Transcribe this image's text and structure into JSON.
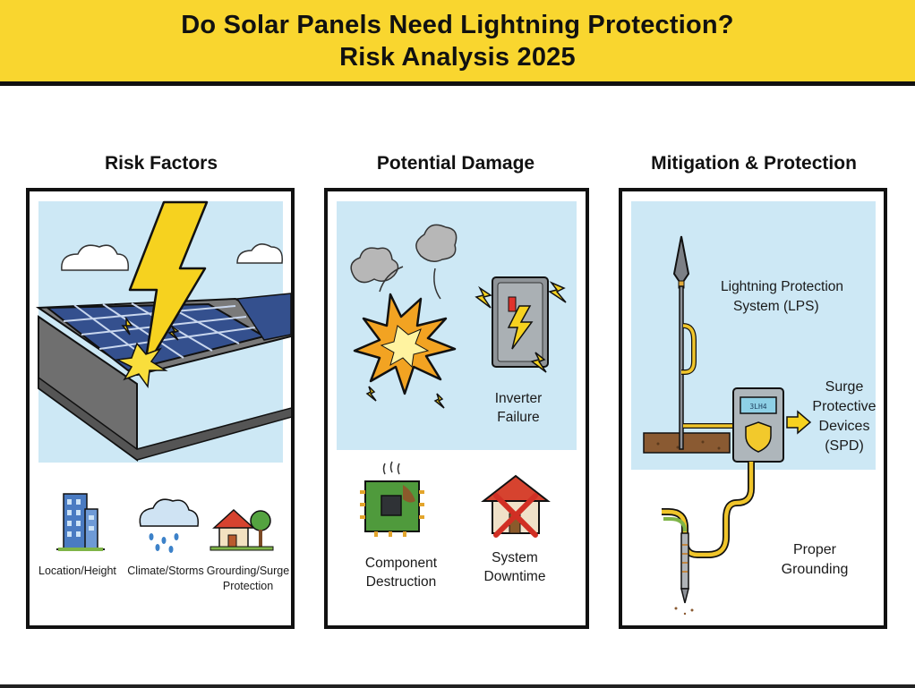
{
  "header": {
    "title_line1": "Do Solar Panels Need Lightning Protection?",
    "title_line2": "Risk Analysis 2025"
  },
  "columns": {
    "risk": {
      "title": "Risk Factors",
      "icon_labels": {
        "location": "Location/Height",
        "climate": "Climate/Storms",
        "grounding_line1": "Grourding/Surge",
        "grounding_line2": "Protection"
      }
    },
    "damage": {
      "title": "Potential Damage",
      "inverter_line1": "Inverter",
      "inverter_line2": "Failure",
      "component_line1": "Component",
      "component_line2": "Destruction",
      "downtime_line1": "System",
      "downtime_line2": "Downtime"
    },
    "mitigation": {
      "title": "Mitigation & Protection",
      "lps_line1": "Lightning Protection",
      "lps_line2": "System (LPS)",
      "spd_line1": "Surge",
      "spd_line2": "Protective",
      "spd_line3": "Devices",
      "spd_line4": "(SPD)",
      "grounding_line1": "Proper",
      "grounding_line2": "Grounding",
      "device_display": "3LH4"
    }
  },
  "colors": {
    "banner": "#f9d62f",
    "sky": "#cde8f5",
    "bolt": "#f6d21f",
    "panel_blue": "#34508e",
    "ground_wire": "#7fb548",
    "lps_wire": "#f0c52a"
  }
}
